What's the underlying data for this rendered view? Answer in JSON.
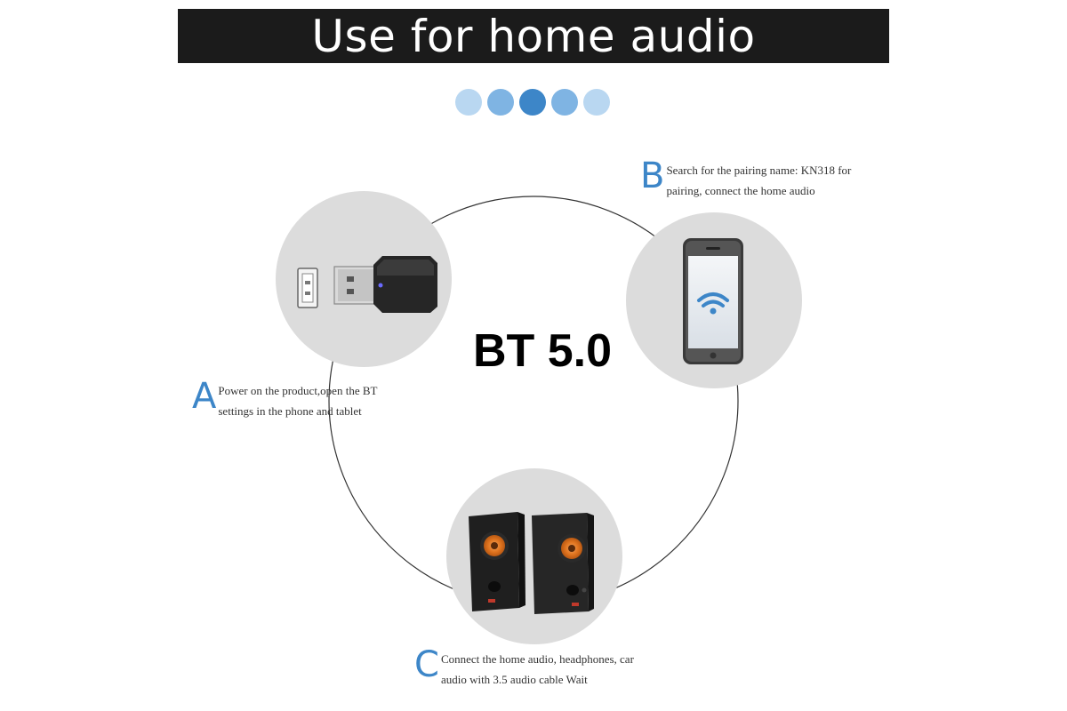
{
  "banner": {
    "title": "Use for home audio"
  },
  "pager_dots": [
    "#b9d7f1",
    "#7fb4e3",
    "#3d86c8",
    "#7fb4e3",
    "#b9d7f1"
  ],
  "center_label": "BT 5.0",
  "steps": [
    {
      "letter": "A",
      "lines": [
        "Power on the product,open the BT",
        "settings in the phone and tablet"
      ],
      "icon": "usb-bluetooth-adapter-icon"
    },
    {
      "letter": "B",
      "lines": [
        "Search for the pairing name: KN318  for",
        "pairing, connect the home audio"
      ],
      "icon": "smartphone-wifi-icon"
    },
    {
      "letter": "C",
      "lines": [
        "Connect the home audio, headphones, car",
        "audio with 3.5 audio cable Wait"
      ],
      "icon": "speakers-icon"
    }
  ],
  "colors": {
    "accent": "#3d86c8",
    "banner_bg": "#1b1b1b",
    "circle_bg": "#dcdcdc"
  }
}
